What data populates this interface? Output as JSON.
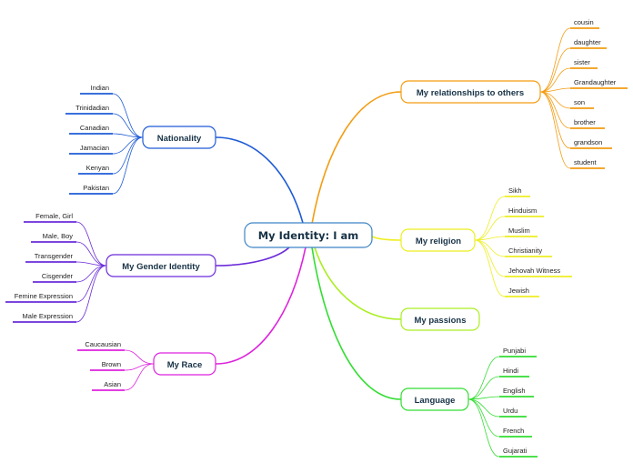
{
  "central": {
    "label": "My Identity: I am",
    "color": "#3d85c6"
  },
  "branches": [
    {
      "id": "relationships",
      "label": "My relationships to others",
      "color": "#f39c12",
      "leaves": [
        "cousin",
        "daughter",
        "sister",
        "Grandaughter",
        "son",
        "brother",
        "grandson",
        "student"
      ]
    },
    {
      "id": "religion",
      "label": "My religion",
      "color": "#eeee22",
      "leaves": [
        "Sikh",
        "Hinduism",
        "Muslim",
        "Christianity",
        "Jehovah Witness",
        "Jewish"
      ]
    },
    {
      "id": "passions",
      "label": "My passions",
      "color": "#aaee22",
      "leaves": []
    },
    {
      "id": "language",
      "label": "Language",
      "color": "#33dd33",
      "leaves": [
        "Punjabi",
        "Hindi",
        "English",
        "Urdu",
        "French",
        "Gujarati"
      ]
    },
    {
      "id": "nationality",
      "label": "Nationality",
      "color": "#1e5bd6",
      "leaves": [
        "Indian",
        "Trinidadian",
        "Canadian",
        "Jamacian",
        "Kenyan",
        "Pakistan"
      ]
    },
    {
      "id": "gender",
      "label": "My Gender Identity",
      "color": "#6a2bd9",
      "leaves": [
        "Female, Girl",
        "Male, Boy",
        "Transgender",
        "Cisgender",
        "Femine Expression",
        "Male Expression"
      ]
    },
    {
      "id": "race",
      "label": "My Race",
      "color": "#dd22dd",
      "leaves": [
        "Caucausian",
        "Brown",
        "Asian"
      ]
    }
  ]
}
